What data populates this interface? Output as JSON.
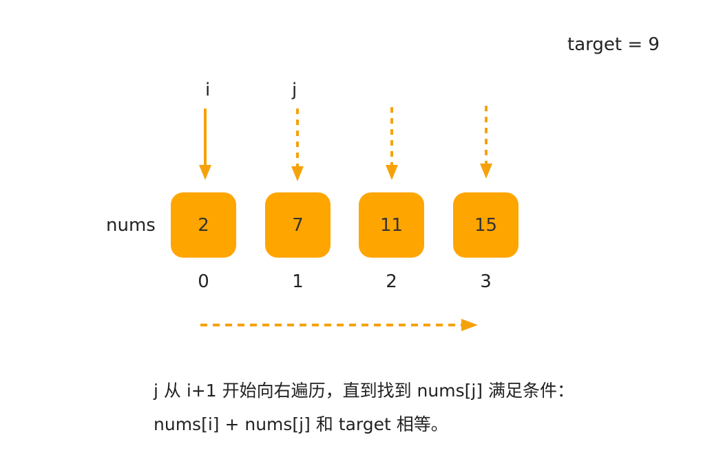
{
  "target_label": "target = 9",
  "pointers": {
    "i": "i",
    "j": "j"
  },
  "array_name": "nums",
  "cells": [
    {
      "value": "2",
      "index": "0"
    },
    {
      "value": "7",
      "index": "1"
    },
    {
      "value": "11",
      "index": "2"
    },
    {
      "value": "15",
      "index": "3"
    }
  ],
  "caption": {
    "line1": "j 从 i+1 开始向右遍历，直到找到 nums[j] 满足条件：",
    "line2": "nums[i] + nums[j] 和 target 相等。"
  },
  "colors": {
    "cell_fill": "#FFA500",
    "arrow": "#F5A20A",
    "text": "#222222"
  }
}
